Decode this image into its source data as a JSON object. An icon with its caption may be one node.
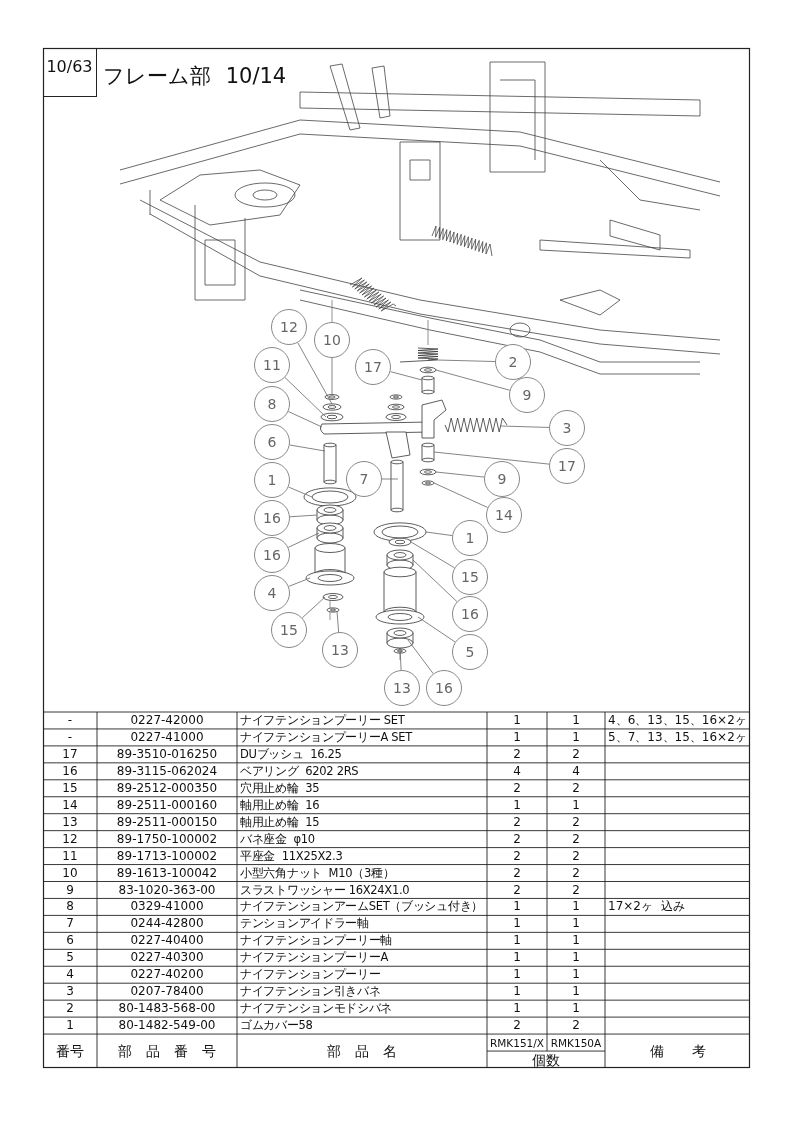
{
  "diagram": {
    "title": "フレーム部 10/14",
    "nodes": [
      {
        "text": [
          "12"
        ]
      },
      {
        "text": [
          "10"
        ]
      },
      {
        "text": [
          "2"
        ]
      },
      {
        "text": [
          "11"
        ]
      },
      {
        "text": [
          "17"
        ]
      },
      {
        "text": [
          "9"
        ]
      },
      {
        "text": [
          "8"
        ]
      },
      {
        "text": [
          "3"
        ]
      },
      {
        "text": [
          "6"
        ]
      },
      {
        "text": [
          "17"
        ]
      },
      {
        "text": [
          "7"
        ]
      },
      {
        "text": [
          "9"
        ]
      },
      {
        "text": [
          "1"
        ]
      },
      {
        "text": [
          "14"
        ]
      },
      {
        "text": [
          "16"
        ]
      },
      {
        "text": [
          "1"
        ]
      },
      {
        "text": [
          "16"
        ]
      },
      {
        "text": [
          "15"
        ]
      },
      {
        "text": [
          "4"
        ]
      },
      {
        "text": [
          "16"
        ]
      },
      {
        "text": [
          "15"
        ]
      },
      {
        "text": [
          "13"
        ]
      },
      {
        "text": [
          "5"
        ]
      },
      {
        "text": [
          "13"
        ]
      },
      {
        "text": [
          "16"
        ]
      }
    ],
    "edges": [
      {
        "from": 0,
        "to": null,
        "arrow": "none"
      },
      {
        "from": 1,
        "to": null,
        "arrow": "none"
      },
      {
        "from": 2,
        "to": null,
        "arrow": "none"
      },
      {
        "from": 3,
        "to": null,
        "arrow": "none"
      },
      {
        "from": 4,
        "to": null,
        "arrow": "none"
      },
      {
        "from": 5,
        "to": null,
        "arrow": "none"
      },
      {
        "from": 6,
        "to": null,
        "arrow": "none"
      },
      {
        "from": 7,
        "to": null,
        "arrow": "none"
      },
      {
        "from": 8,
        "to": null,
        "arrow": "none"
      },
      {
        "from": 9,
        "to": null,
        "arrow": "none"
      },
      {
        "from": 10,
        "to": null,
        "arrow": "none"
      },
      {
        "from": 11,
        "to": null,
        "arrow": "none"
      },
      {
        "from": 12,
        "to": null,
        "arrow": "none"
      },
      {
        "from": 13,
        "to": null,
        "arrow": "none"
      },
      {
        "from": 14,
        "to": null,
        "arrow": "none"
      },
      {
        "from": 15,
        "to": null,
        "arrow": "none"
      },
      {
        "from": 16,
        "to": null,
        "arrow": "none"
      },
      {
        "from": 17,
        "to": null,
        "arrow": "none"
      },
      {
        "from": 18,
        "to": null,
        "arrow": "none"
      },
      {
        "from": 19,
        "to": null,
        "arrow": "none"
      },
      {
        "from": 20,
        "to": null,
        "arrow": "none"
      },
      {
        "from": 21,
        "to": null,
        "arrow": "none"
      },
      {
        "from": 22,
        "to": null,
        "arrow": "none"
      },
      {
        "from": 23,
        "to": null,
        "arrow": "none"
      },
      {
        "from": 24,
        "to": null,
        "arrow": "none"
      }
    ],
    "labels": [
      "10/63",
      "-",
      "0227-42000",
      "ナイフテンションプーリー SET",
      "1",
      "1",
      "4、6、13、15、16×2ヶ",
      "-",
      "0227-41000",
      "ナイフテンションプーリーA SET",
      "1",
      "1",
      "5、7、13、15、16×2ヶ",
      "17",
      "89-3510-016250",
      "DUブッシュ  16.25",
      "2",
      "2",
      "16",
      "89-3115-062024",
      "ベアリング  6202 2RS",
      "4",
      "4",
      "15",
      "89-2512-000350",
      "穴用止め輪  35",
      "2",
      "2",
      "14",
      "89-2511-000160",
      "軸用止め輪  16",
      "1",
      "1",
      "13",
      "89-2511-000150",
      "軸用止め輪  15",
      "2",
      "2",
      "12",
      "89-1750-100002",
      "バネ座金  φ10",
      "2",
      "2",
      "11",
      "89-1713-100002",
      "平座金  11X25X2.3",
      "2",
      "2",
      "10",
      "89-1613-100042",
      "小型六角ナット  M10（3種）",
      "2",
      "2",
      "9",
      "83-1020-363-00",
      "スラストワッシャー 16X24X1.0",
      "2",
      "2",
      "8",
      "0329-41000",
      "ナイフテンションアームSET（ブッシュ付き）",
      "1",
      "1",
      "17×2ヶ  込み",
      "7",
      "0244-42800",
      "テンションアイドラー軸",
      "1",
      "1",
      "6",
      "0227-40400",
      "ナイフテンションプーリー軸",
      "1",
      "1",
      "5",
      "0227-40300",
      "ナイフテンションプーリーA",
      "1",
      "1",
      "4",
      "0227-40200",
      "ナイフテンションプーリー",
      "1",
      "1",
      "3",
      "0207-78400",
      "ナイフテンション引きバネ",
      "1",
      "1",
      "2",
      "80-1483-568-00",
      "ナイフテンションモドシバネ",
      "1",
      "1",
      "1",
      "80-1482-549-00",
      "ゴムカバー58",
      "2",
      "2",
      "番号",
      "部　品　番　号",
      "部　品　名",
      "RMK151/X",
      "RMK150A",
      "個数",
      "備　　考"
    ]
  }
}
